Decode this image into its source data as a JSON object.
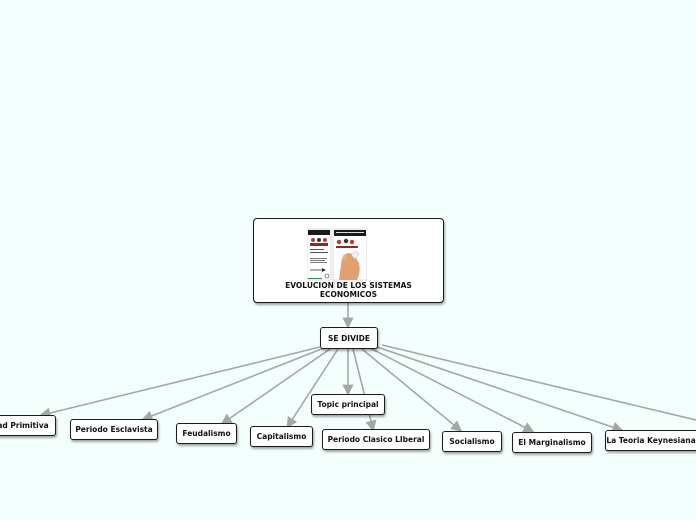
{
  "root": {
    "title": "EVOLUCION DE LOS SISTEMAS\nECONOMICOS",
    "image": "economic-systems-illustration"
  },
  "hub": {
    "label": "SE DIVIDE"
  },
  "topics": [
    {
      "id": "comunidad-primitiva",
      "label": "ad Primitiva"
    },
    {
      "id": "periodo-esclavista",
      "label": "Periodo Esclavista"
    },
    {
      "id": "feudalismo",
      "label": "Feudalismo"
    },
    {
      "id": "capitalismo",
      "label": "Capitalismo"
    },
    {
      "id": "topic-principal",
      "label": "Topic principal"
    },
    {
      "id": "periodo-clasico-liberal",
      "label": "Periodo Clasico LIberal"
    },
    {
      "id": "socialismo",
      "label": "Socialismo"
    },
    {
      "id": "el-marginalismo",
      "label": "El Marginalismo"
    },
    {
      "id": "teoria-keynesiana",
      "label": "La Teoria Keynesiana"
    }
  ],
  "colors": {
    "background": "#f3fefd",
    "connector": "#a3a8a7",
    "border": "#1c1c1c"
  }
}
